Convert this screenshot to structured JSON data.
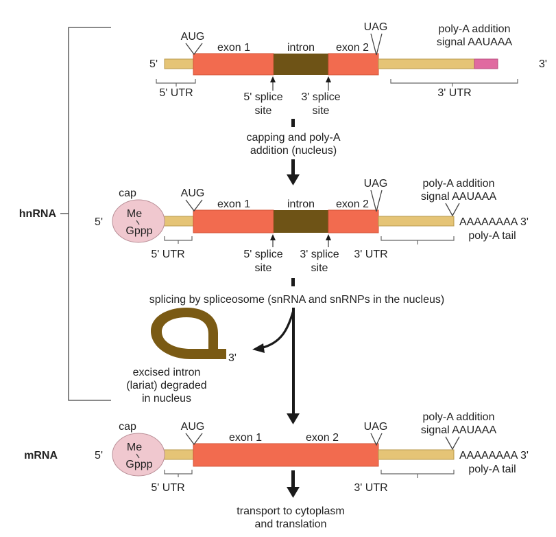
{
  "colors": {
    "exon": "#f26b4f",
    "exon_edge": "#d4543a",
    "intron": "#6e5316",
    "utr": "#e5c476",
    "utr_edge": "#b89a4e",
    "polya_signal": "#e06aa0",
    "cap": "#f0c8cf",
    "cap_edge": "#b98f97",
    "lariat": "#7a5a14",
    "arrow": "#1a1a1a"
  },
  "labels": {
    "five_prime": "5'",
    "three_prime": "3'",
    "aug": "AUG",
    "uag": "UAG",
    "exon1": "exon 1",
    "exon2": "exon 2",
    "intron": "intron",
    "polya_line1": "poly-A addition",
    "polya_line2": "signal AAUAAA",
    "utr5": "5' UTR",
    "utr3": "3' UTR",
    "splice5_line1": "5' splice",
    "splice5_line2": "site",
    "splice3_line1": "3' splice",
    "splice3_line2": "site",
    "cap": "cap",
    "cap_me": "Me",
    "cap_gppp": "Gppp",
    "polya_tail": "AAAAAAAA 3'",
    "polya_tail_label": "poly-A tail",
    "hnrna": "hnRNA",
    "mrna": "mRNA"
  },
  "steps": {
    "capping_line1": "capping and poly-A",
    "capping_line2": "addition (nucleus)",
    "splicing": "splicing by spliceosome (snRNA and snRNPs in the nucleus)",
    "excised_line1": "excised intron",
    "excised_line2": "(lariat) degraded",
    "excised_line3": "in nucleus",
    "transport_line1": "transport to cytoplasm",
    "transport_line2": "and translation"
  },
  "icons": {
    "cap": "cap-ellipse",
    "lariat": "lariat-loop",
    "arrow": "down-arrow"
  }
}
